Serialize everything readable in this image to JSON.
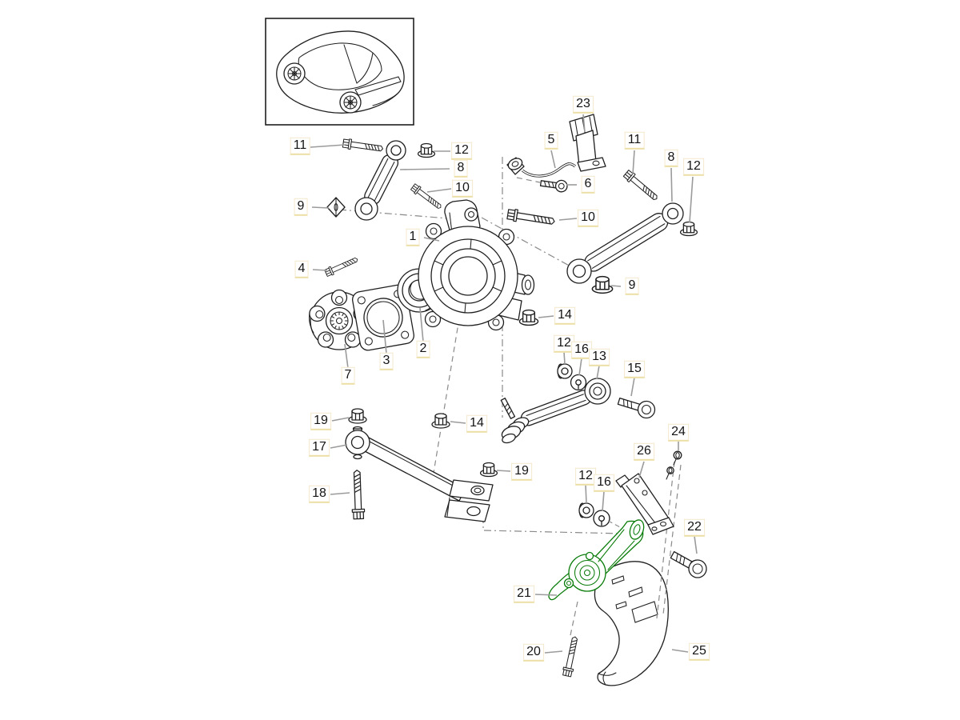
{
  "diagram": {
    "kind": "exploded-parts-diagram",
    "car_thumbnail": "porsche-911-coupe-outline",
    "colors": {
      "background": "#ffffff",
      "part_line": "#1f1f1f",
      "leader_line": "#9b9b9b",
      "construction_line": "#8a8a8a",
      "highlight": "#0a7c0a",
      "callout_underline": "#ecdfa5"
    },
    "highlighted_callout": "21",
    "callouts": [
      {
        "number": "11"
      },
      {
        "number": "12"
      },
      {
        "number": "8"
      },
      {
        "number": "10"
      },
      {
        "number": "9"
      },
      {
        "number": "23"
      },
      {
        "number": "5"
      },
      {
        "number": "6"
      },
      {
        "number": "11"
      },
      {
        "number": "8"
      },
      {
        "number": "12"
      },
      {
        "number": "10"
      },
      {
        "number": "9"
      },
      {
        "number": "1"
      },
      {
        "number": "4"
      },
      {
        "number": "14"
      },
      {
        "number": "2"
      },
      {
        "number": "3"
      },
      {
        "number": "7"
      },
      {
        "number": "12"
      },
      {
        "number": "16"
      },
      {
        "number": "13"
      },
      {
        "number": "15"
      },
      {
        "number": "19"
      },
      {
        "number": "14"
      },
      {
        "number": "17"
      },
      {
        "number": "19"
      },
      {
        "number": "18"
      },
      {
        "number": "12"
      },
      {
        "number": "16"
      },
      {
        "number": "26"
      },
      {
        "number": "24"
      },
      {
        "number": "22"
      },
      {
        "number": "21"
      },
      {
        "number": "20"
      },
      {
        "number": "25"
      }
    ]
  }
}
